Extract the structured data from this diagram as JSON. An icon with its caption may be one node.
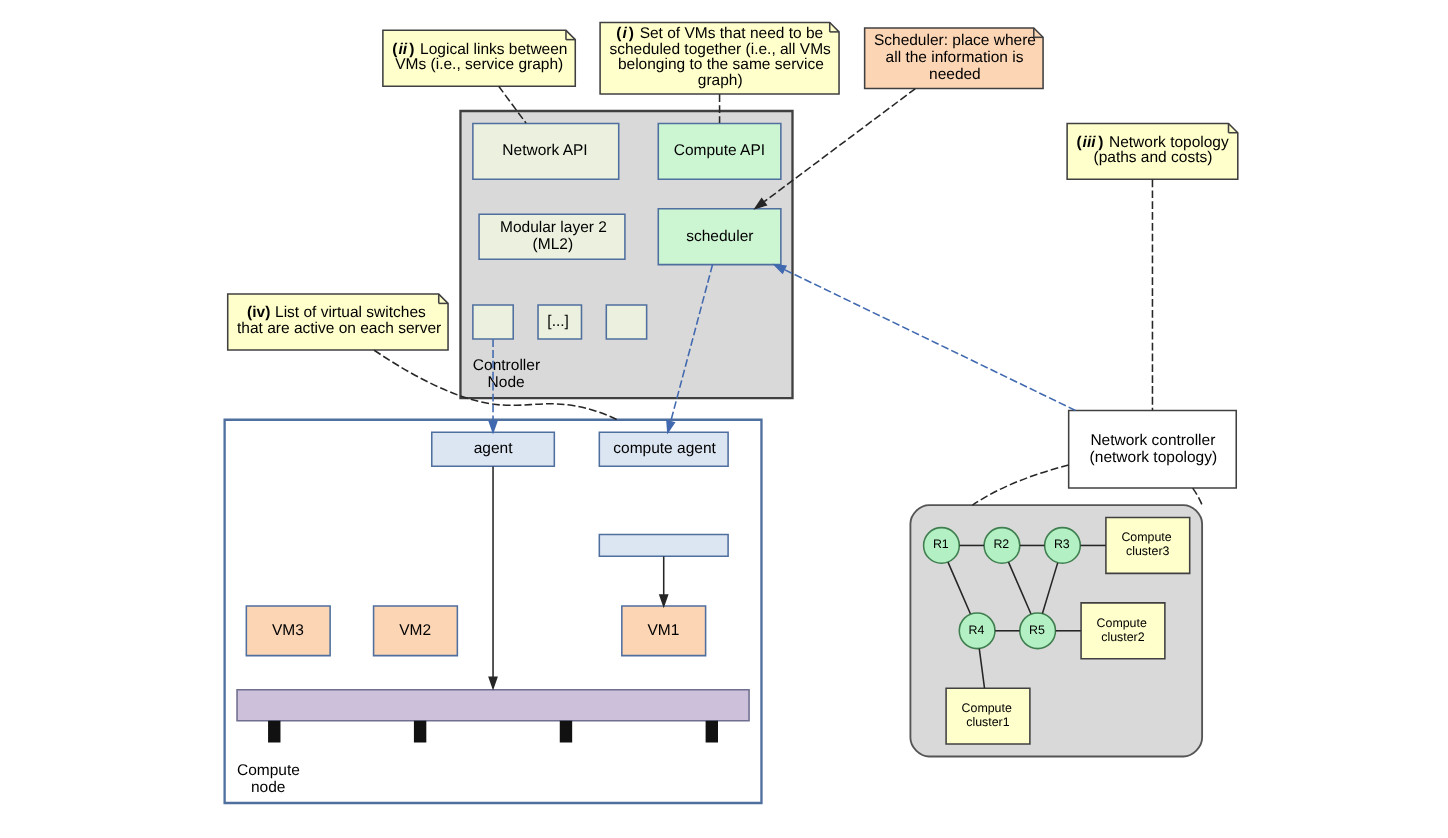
{
  "diagram": {
    "nodes": [
      {
        "text": [
          "**(*i*)** Set of VMs that need to be scheduled together (i.e., all VMs belonging to the same service graph)"
        ]
      },
      {
        "text": [
          "Scheduler: place where all the information is needed"
        ]
      },
      {
        "text": [
          "**(*ii*)** Logical links between VMs (i.e., service graph)"
        ]
      },
      {
        "text": [
          "Controller Node"
        ]
      },
      {
        "text": [
          "Compute API"
        ],
        "in": 3
      },
      {
        "text": [
          "scheduler"
        ],
        "in": 3
      },
      {
        "text": [
          "Network API"
        ],
        "in": 3
      },
      {
        "text": [
          "Modular layer 2 (ML2)"
        ],
        "in": 3
      },
      {
        "text": [],
        "shape": "box",
        "in": 3
      },
      {
        "text": [
          "[...]"
        ],
        "in": 3
      },
      {
        "text": [],
        "shape": "box",
        "in": 3
      },
      {
        "text": [
          "**(*iii*)** Network topology (paths and costs)"
        ]
      },
      {
        "text": [
          "**(iv)** List of virtual switches that are active on each server"
        ]
      },
      {
        "text": [
          "Compute node"
        ]
      },
      {
        "text": [
          "compute agent"
        ],
        "in": 13
      },
      {
        "text": [],
        "shape": "box",
        "in": 13
      },
      {
        "text": [
          "agent"
        ],
        "in": 13
      },
      {
        "text": [
          "VM1"
        ],
        "in": 13
      },
      {
        "text": [
          "VM2"
        ],
        "in": 13
      },
      {
        "text": [
          "VM3"
        ],
        "in": 13
      },
      {
        "text": [],
        "shape": "bar",
        "in": 13
      },
      {
        "text": [
          "Network controller (network topology)"
        ]
      },
      {
        "text": [],
        "shape": "cloud"
      },
      {
        "text": [
          "R1"
        ],
        "in": 22
      },
      {
        "text": [
          "R2"
        ],
        "in": 22
      },
      {
        "text": [
          "R3"
        ],
        "in": 22
      },
      {
        "text": [
          "R4"
        ],
        "in": 22
      },
      {
        "text": [
          "R5"
        ],
        "in": 22
      },
      {
        "text": [
          "Compute cluster3"
        ],
        "in": 22
      },
      {
        "text": [
          "Compute cluster2"
        ],
        "in": 22
      },
      {
        "text": [
          "Compute cluster1"
        ],
        "in": 22
      }
    ],
    "edges": [
      {
        "from": 0,
        "to": 4,
        "arrow": "none",
        "style": "dashed"
      },
      {
        "from": 1,
        "to": 5,
        "arrow": "to",
        "style": "dashed"
      },
      {
        "from": 2,
        "to": 6,
        "arrow": "none",
        "style": "dashed"
      },
      {
        "from": 11,
        "to": 21,
        "arrow": "none",
        "style": "dashed"
      },
      {
        "from": 12,
        "to": 13,
        "arrow": "none",
        "style": "dashed"
      },
      {
        "from": 5,
        "to": 14,
        "arrow": "to",
        "style": "dashed",
        "color": "#4169b0"
      },
      {
        "from": 8,
        "to": 16,
        "arrow": "to",
        "style": "dashed",
        "color": "#4169b0"
      },
      {
        "from": 21,
        "to": 5,
        "arrow": "to",
        "style": "dashed",
        "color": "#4169b0"
      },
      {
        "from": 15,
        "to": 17,
        "arrow": "to"
      },
      {
        "from": 16,
        "to": 20,
        "arrow": "to"
      },
      {
        "from": 21,
        "to": 22,
        "arrow": "none",
        "style": "dashed"
      },
      {
        "from": 21,
        "to": 22,
        "arrow": "none",
        "style": "dashed"
      },
      {
        "from": 23,
        "to": 24,
        "arrow": "none"
      },
      {
        "from": 23,
        "to": 26,
        "arrow": "none"
      },
      {
        "from": 24,
        "to": 25,
        "arrow": "none"
      },
      {
        "from": 24,
        "to": 27,
        "arrow": "none"
      },
      {
        "from": 26,
        "to": 27,
        "arrow": "none"
      },
      {
        "from": 25,
        "to": 27,
        "arrow": "none"
      },
      {
        "from": 25,
        "to": 28,
        "arrow": "none"
      },
      {
        "from": 27,
        "to": 29,
        "arrow": "none"
      },
      {
        "from": 26,
        "to": 30,
        "arrow": "none"
      }
    ]
  }
}
